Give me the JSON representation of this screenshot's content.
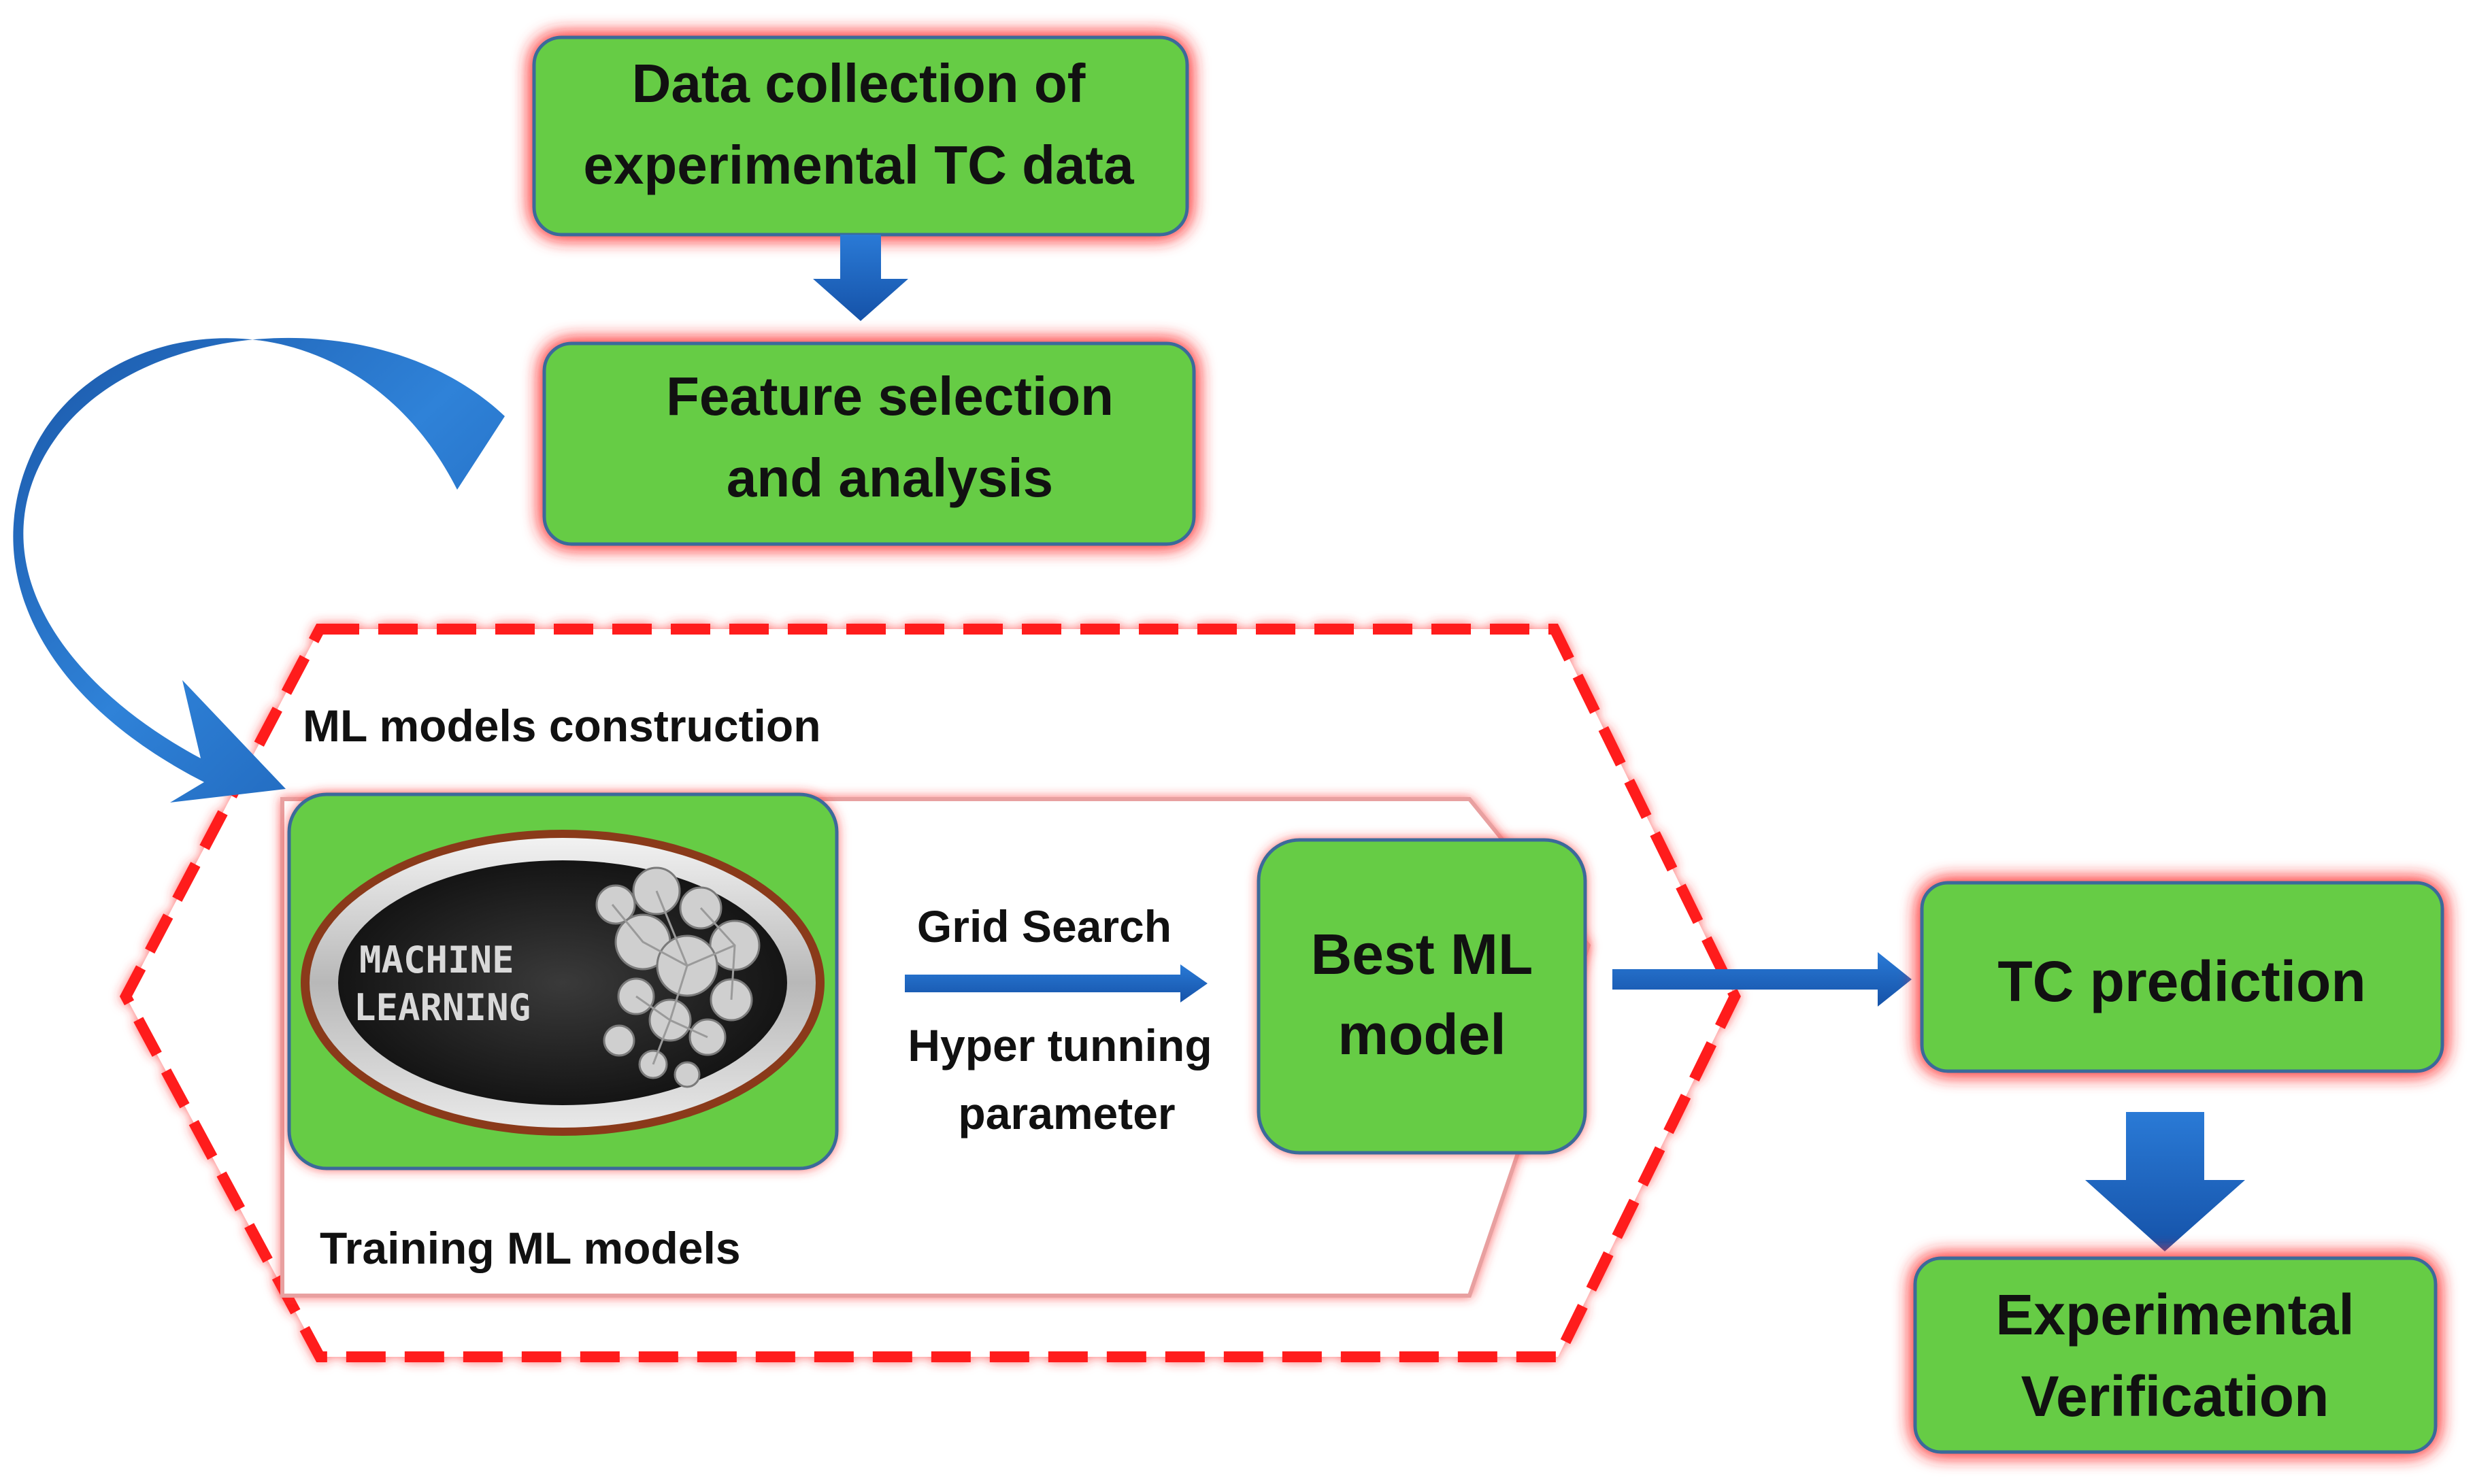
{
  "boxes": {
    "data_collection": {
      "line1": "Data collection of",
      "line2": "experimental TC data"
    },
    "feature_selection": {
      "line1": "Feature selection",
      "line2": "and analysis"
    },
    "best_model": {
      "line1": "Best ML",
      "line2": "model"
    },
    "tc_prediction": {
      "line1": "TC prediction"
    },
    "experimental_verification": {
      "line1": "Experimental",
      "line2": "Verification"
    }
  },
  "labels": {
    "ml_construction": "ML models construction",
    "training": "Training ML models",
    "grid_search": "Grid Search",
    "hyper_line1": "Hyper tunning",
    "hyper_line2": "parameter"
  },
  "logo": {
    "line1": "MACHINE",
    "line2": "LEARNING"
  },
  "colors": {
    "box_fill": "#66cc44",
    "box_stroke": "#3a6b9a",
    "glow": "#ff4040",
    "dashed": "#ff1a1a",
    "arrow": "#1f66c2",
    "arrow_dark": "#124a94"
  }
}
